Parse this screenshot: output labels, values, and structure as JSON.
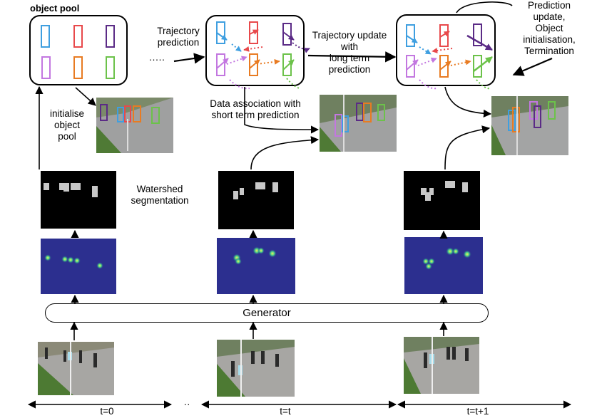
{
  "labels": {
    "object_pool": "object pool",
    "trajectory_prediction": "Trajectory\nprediction",
    "dots": "·····",
    "trajectory_update": "Trajectory update\nwith\nlong term\nprediction",
    "prediction_update": "Prediction\nupdate,\nObject\ninitialisation,\nTermination",
    "initialise": "initialise\nobject\npool",
    "data_association": "Data association with\nshort term prediction",
    "watershed": "Watershed\nsegmentation",
    "generator": "Generator",
    "time_dots": "··",
    "t0": "t=0",
    "tt": "t=t",
    "tt1": "t=t+1"
  },
  "colors": {
    "blue": "#3f9fe0",
    "red": "#e8494b",
    "purple": "#5b2b86",
    "violet": "#c377e0",
    "orange": "#e87b22",
    "green": "#6cc24a",
    "heatmap_bg": "#2c2f8f"
  }
}
